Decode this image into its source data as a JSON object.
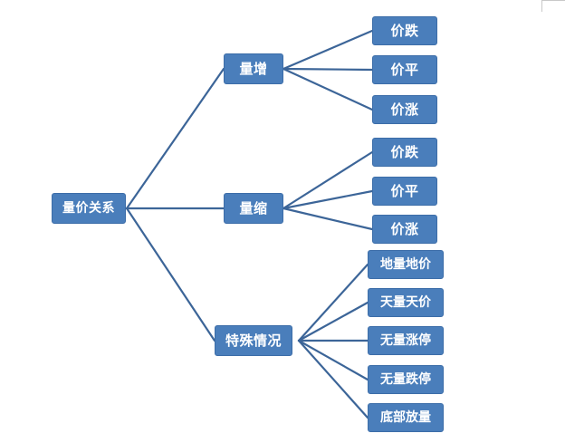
{
  "diagram": {
    "type": "tree",
    "title": "量价关系",
    "colors": {
      "node_fill": "#4a7ebb",
      "node_border": "#3c6da8",
      "node_text": "#ffffff",
      "connector": "#3c6598",
      "background": "#ffffff",
      "corner_mark": "#c8c8c8"
    },
    "root": {
      "label": "量价关系"
    },
    "branches": [
      {
        "label": "量增",
        "children": [
          {
            "label": "价跌"
          },
          {
            "label": "价平"
          },
          {
            "label": "价涨"
          }
        ]
      },
      {
        "label": "量缩",
        "children": [
          {
            "label": "价跌"
          },
          {
            "label": "价平"
          },
          {
            "label": "价涨"
          }
        ]
      },
      {
        "label": "特殊情况",
        "children": [
          {
            "label": "地量地价"
          },
          {
            "label": "天量天价"
          },
          {
            "label": "无量涨停"
          },
          {
            "label": "无量跌停"
          },
          {
            "label": "底部放量"
          }
        ]
      }
    ]
  }
}
